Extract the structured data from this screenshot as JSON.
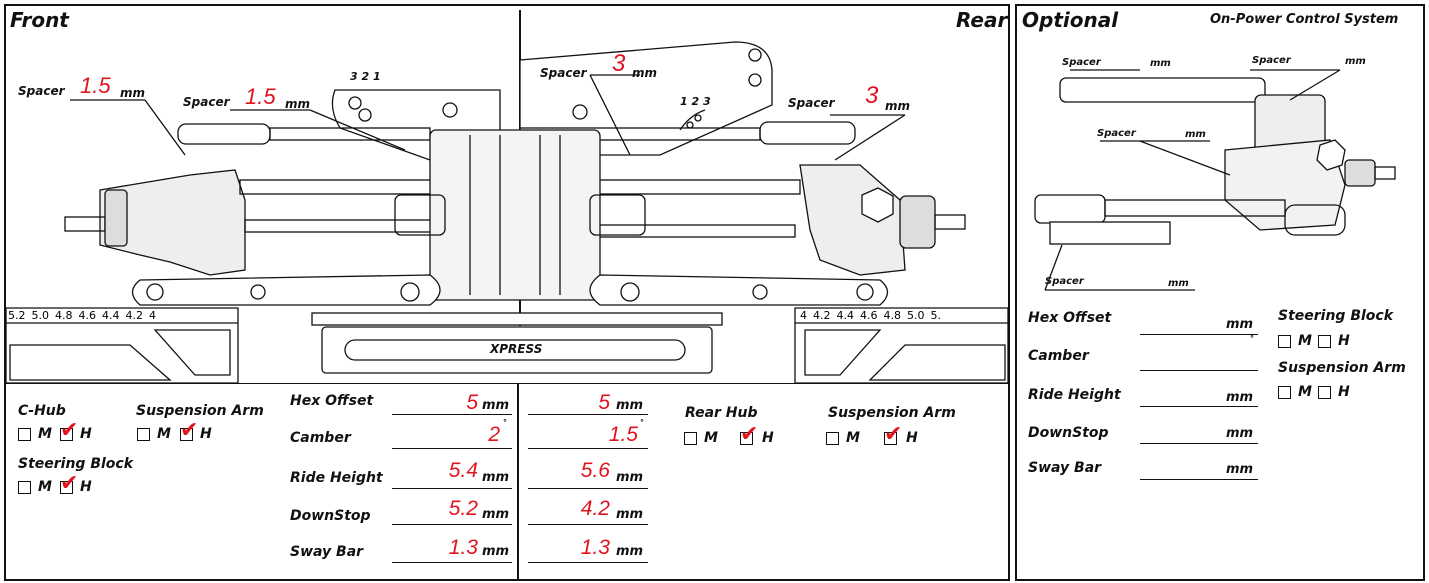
{
  "front_panel": {
    "title": "Front",
    "rear_title": "Rear",
    "spacer_label": "Spacer",
    "unit_mm": "mm",
    "front_outer_spacer": "1.5",
    "front_inner_spacer": "1.5",
    "rear_inner_spacer": "3",
    "rear_outer_spacer": "3",
    "hole_nums_left": "3 2 1",
    "hole_nums_right": "1 2 3",
    "brand": "XPRESS",
    "gauge_left": [
      "5.2",
      "5.0",
      "4.8",
      "4.6",
      "4.4",
      "4.2",
      "4"
    ],
    "gauge_right": [
      "4",
      "4.2",
      "4.4",
      "4.6",
      "4.8",
      "5.0",
      "5."
    ]
  },
  "front_options": {
    "c_hub_label": "C-Hub",
    "susp_arm_label": "Suspension Arm",
    "steering_block_label": "Steering Block",
    "m": "M",
    "h": "H",
    "check": "✔"
  },
  "settings": {
    "hex_offset_label": "Hex Offset",
    "camber_label": "Camber",
    "ride_height_label": "Ride Height",
    "downstop_label": "DownStop",
    "sway_bar_label": "Sway Bar",
    "front": {
      "hex_offset": "5",
      "camber": "2",
      "ride_height": "5.4",
      "downstop": "5.2",
      "sway_bar": "1.3"
    },
    "rear": {
      "hex_offset": "5",
      "camber": "1.5",
      "ride_height": "5.6",
      "downstop": "4.2",
      "sway_bar": "1.3"
    },
    "deg": "°"
  },
  "rear_options": {
    "rear_hub_label": "Rear Hub",
    "susp_arm_label": "Suspension Arm"
  },
  "optional_panel": {
    "title": "Optional",
    "subtitle": "On-Power Control System",
    "spacer_label": "Spacer",
    "mm": "mm",
    "hex_offset_label": "Hex Offset",
    "camber_label": "Camber",
    "ride_height_label": "Ride Height",
    "downstop_label": "DownStop",
    "sway_bar_label": "Sway Bar",
    "steering_block_label": "Steering Block",
    "susp_arm_label": "Suspension Arm",
    "deg": "°"
  },
  "colors": {
    "value_red": "#e0141e",
    "line": "#111111"
  }
}
